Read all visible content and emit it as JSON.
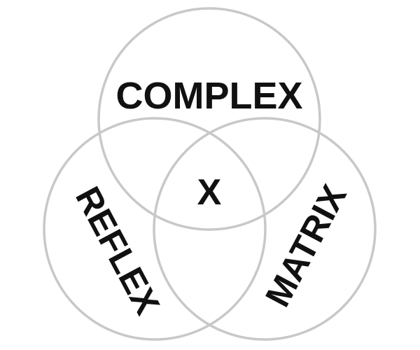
{
  "diagram": {
    "type": "venn",
    "circles": [
      {
        "id": "top",
        "label": "COMPLEX"
      },
      {
        "id": "left",
        "label": "REFLEX"
      },
      {
        "id": "right",
        "label": "MATRIX"
      }
    ],
    "center_label": "X"
  },
  "colors": {
    "circle_stroke": "#c8c8c8",
    "text": "#111111",
    "background": "#ffffff"
  }
}
